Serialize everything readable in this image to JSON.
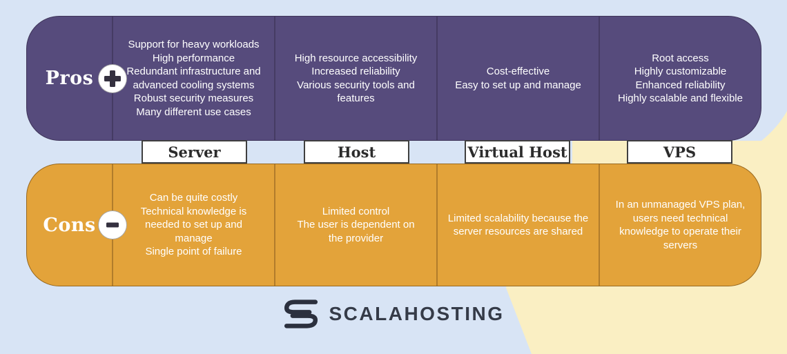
{
  "theme": {
    "background_blue": "#d8e4f5",
    "blob_cream": "#faefc3",
    "pros_panel": "#564b7c",
    "cons_panel": "#e3a33a",
    "pros_divider": "#453b63",
    "cons_divider": "#b17c2b",
    "text_on_panels": "#ffffff",
    "tag_text": "#2c2c2c",
    "brand_color": "#2b303e"
  },
  "pros_row": {
    "label": "Pros",
    "sign_icon": "plus-icon"
  },
  "cons_row": {
    "label": "Cons",
    "sign_icon": "minus-icon"
  },
  "columns": [
    {
      "label": "Server",
      "pros": "Support for heavy workloads\nHigh performance\nRedundant infrastructure and\nadvanced cooling systems\nRobust security measures\nMany different use cases",
      "cons": "Can be quite costly\nTechnical knowledge is\nneeded to set up and\nmanage\nSingle point of failure"
    },
    {
      "label": "Host",
      "pros": "High resource accessibility\nIncreased reliability\nVarious security tools and\nfeatures",
      "cons": "Limited control\nThe user is dependent on\nthe provider"
    },
    {
      "label": "Virtual Host",
      "pros": "Cost-effective\nEasy to set up and manage",
      "cons": "Limited scalability because the\nserver resources are shared"
    },
    {
      "label": "VPS",
      "pros": "Root access\nHighly customizable\nEnhanced reliability\nHighly scalable and flexible",
      "cons": "In an unmanaged VPS plan,\nusers need technical\nknowledge to operate their\nservers"
    }
  ],
  "footer": {
    "brand": "SCALAHOSTING",
    "logo_icon": "scalahosting-s-icon"
  }
}
